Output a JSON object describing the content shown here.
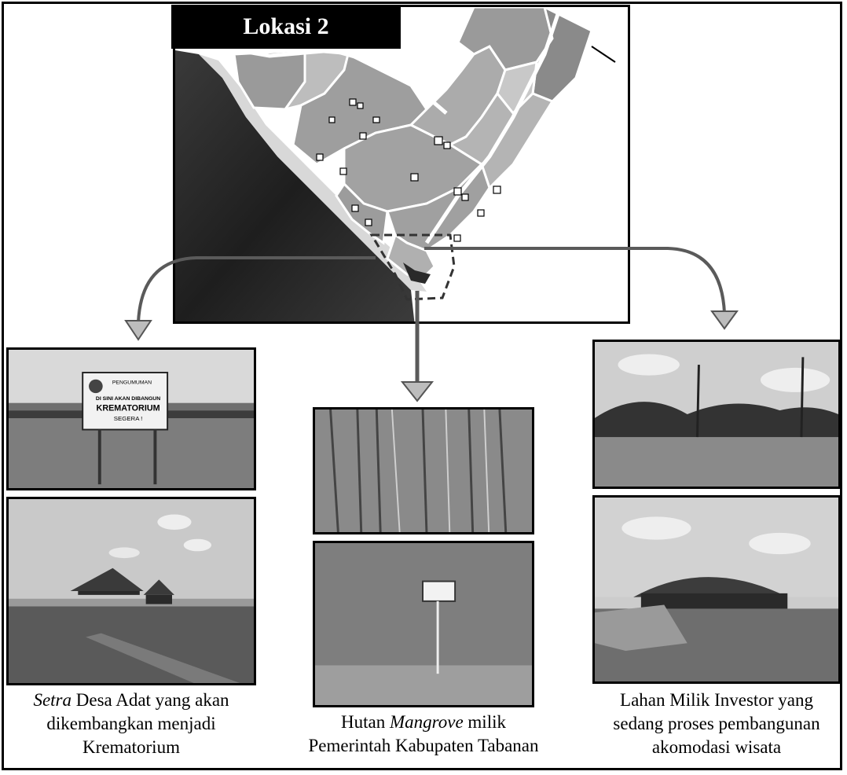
{
  "map": {
    "title": "Lokasi 2"
  },
  "photos": {
    "left_top": {
      "sign": {
        "line1": "PENGUMUMAN",
        "line2": "DI SINI AKAN DIBANGUN",
        "line3": "KREMATORIUM",
        "line4": "SEGERA !"
      }
    }
  },
  "captions": {
    "left": {
      "italic": "Setra",
      "line1_rest": " Desa Adat yang akan",
      "line2": "dikembangkan menjadi",
      "line3": "Krematorium"
    },
    "middle": {
      "line1_pre": "Hutan ",
      "italic": "Mangrove",
      "line1_post": " milik",
      "line2": "Pemerintah Kabupaten Tabanan"
    },
    "right": {
      "line1": "Lahan Milik Investor yang",
      "line2": "sedang proses pembangunan",
      "line3": "akomodasi wisata"
    }
  }
}
